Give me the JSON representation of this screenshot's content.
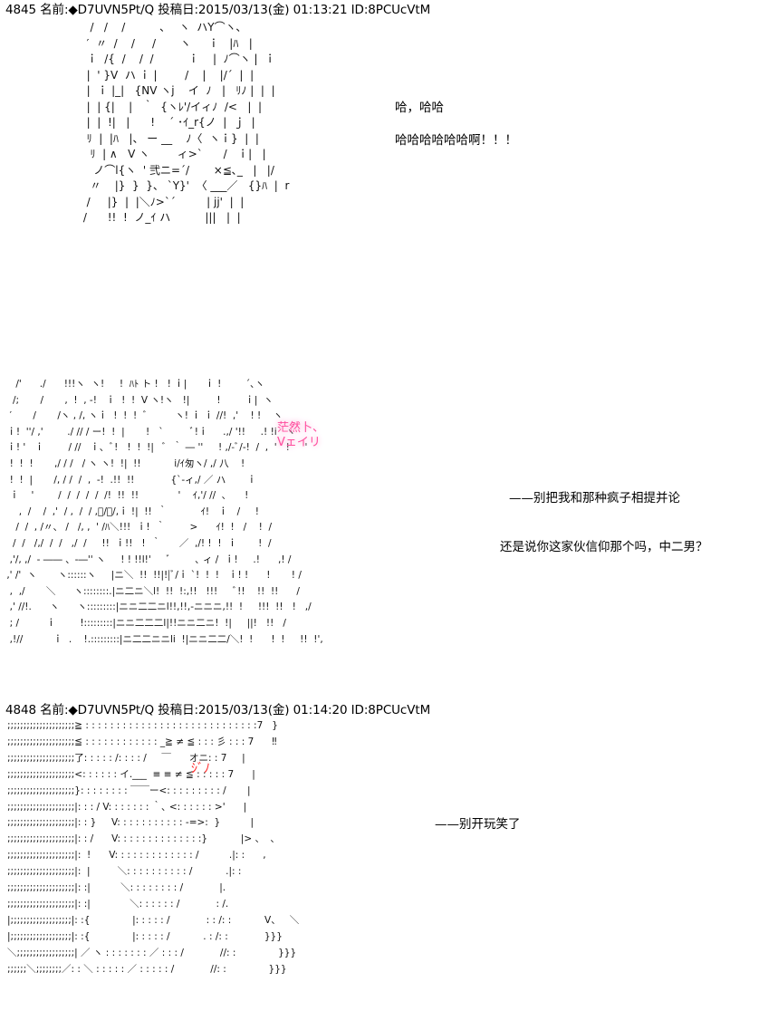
{
  "posts": [
    {
      "header": "4845 名前:◆D7UVN5Pt/Q 投稿日:2015/03/13(金) 01:13:21 ID:8PCUcVtM",
      "panels": [
        {
          "aa": "   /   /    /          ､    ヽ  ハY⌒ヽ､\n  ′  〃  /    /     /       ヽ     ｉ   |ﾊ   |\n  ｉ  /{  /    /  /          ｉ    |  ﾉ⌒ヽ |  ｉ\n  |  ' }V  ハ ｉ |        /    |    |/´  |  |\n  |  ｉ |_|   {NV ヽj    イ  ﾉ   |   ﾘﾉ |  |  |\n  |  | {|    |   ｀  {ヽﾚ'/イィﾉ  /<   |  |\n  |  |  !|   |      !    ´ ･ｲ_r{ノ  |  ｊ  |\n  ﾘ  |  |ﾊ   |、 ー __    ﾉ〈  ヽｉ}  |  |\n   ﾘ  | ∧   V ヽ        ィ>`      /   ｉ|   |\n    ノ⌒l{ヽ  ' 弐ニ=´/       ×≦､_   |   |/\n   〃    |}  }  }、 `Y}'  〈 ___／   {}ﾊ  |  r\n  /     |}  |  |＼ﾉ>`´         | jj'  |  |\n /      !!  !  ノ_ｲ ハ          |||   |  |",
          "lines": [
            "哈，哈哈",
            "哈哈哈哈哈哈啊！！！"
          ]
        },
        {
          "aa": "    /'      ./      !!!ヽ  ヽ!     !  ﾊﾄ ト !   ! ｉ|      ｉ !        ´､ヽ\n   /;       /       ,  !  , -!   ｉ  !  !  V ヽ!ヽ   !|         !        ｉ|  ヽ\n  ′       /       /ヽ , /, ヽｉ  !  !  !  ﾞ         ヽ! ｉ ｉ //!  ,'    ! !    ヽ\n ｉ!  ''/ ,'        ./ // / ー!  !  |       !   `         ﾞ!ｉ     .,/ '!!     .! !i   ヽ\n ｉ! '   ｉ        / //   ｉ､  ﾞ!   !  !  !|   ﾞ  ｀ ― ''     ! ,/-ﾞ/-!  /  ,  '   !     '\n  !  !  !       ,/ / /   / ヽ ヽ!  !|  !!           i/ｲ匆ヽ/ ,/ 八    !\n  !  !  |       /, / /  /  ,  -!  .!!  !!            {`-ィ,/ ／ ハ       ｉ\n  ｉ    '        /  /  /  /  /  /!  !!  !!             '    ｲ,'/ //  ､      !\n     ,  /    /  ,'  / ,  /  / ,ﾞ/〃/,ｉ !|  !!  ｀           ｲ!   ｉ   /     !\n    /  /  , /〃、 /   /, ,  ' /ﾊ＼!!!  ｉ!  ｀        >      ｲ!  !   /    !  /\n   /  /   /,/  /  /   ,/  /     !!  ｉ!!   !  ｀      ／  ,/! !  !  ｉ       !  /\n  ,'/, ,/  - ―― 、-―'' ヽ     ! ! !!l!'     ﾞ        ､ ィ /  ｉ!     .!      ,! /\n ,' /'  ヽ       ヽ::::::ヽ     |ニ＼  !!  !!|!|ﾞ/ｉ `!  !  !   ｉ! !      !       ! /\n  ,  ,/       ＼      ヽ::::::::.|ニ二ニ＼l!  !!  !:,!!   !!!     ﾞ!!    !!  !!      /\n  ,' //!.      ヽ      ヽ:::::::::|ニニ二二ニl!!,!!,-ニニニ,!!  !     !!!  !!   !   ,/\n  ; /         ｉ        !:::::::::|ニニ二二二l|!!ニニ二ニ!  !|     ||!   !!   /\n  ,!//          ｉ  .    !.:::::::::|ニ二二ニニli  !|ニニ二二/＼!  !      !  !     !!  !',",
          "sfx": "茫然卜、\nVェイリ",
          "lines": [
            "——别把我和那种疯子相提并论",
            "还是说你这家伙信仰那个吗，中二男？"
          ]
        }
      ]
    },
    {
      "header": "4848 名前:◆D7UVN5Pt/Q 投稿日:2015/03/13(金) 01:14:20 ID:8PCUcVtM",
      "panels": [
        {
          "aa": ";;;;;;;;;;;;;;;;;;;;;≧ : : : : : : : : : : : : : : : : : : : : : : : : : : : :7   }\n;;;;;;;;;;;;;;;;;;;;;≦ : : : : : : : : : : : : _≧ ≠ ≦ : : : 彡 : : : 7      ‼\n;;;;;;;;;;;;;;;;;;;;;了: : : : : /: : : : /     ￣      オニ: : 7     |\n;;;;;;;;;;;;;;;;;;;;;<: : : : : : イ.___  ≡ ≡ ≠ ≦ : : : : : 7      |\n;;;;;;;;;;;;;;;;;;;;;}: : : : : : : : ￣￣ー<: : : : : : : : : /       |\n;;;;;;;;;;;;;;;;;;;;;|: : : / V: : : : : : : ｀､ <: : : : : : >'      |\n;;;;;;;;;;;;;;;;;;;;;|: : }     V: : : : : : : : : : : -=>:  }          |\n;;;;;;;;;;;;;;;;;;;;;|: : /      V: : : : : : : : : : : : : :}           |> 、  ､\n;;;;;;;;;;;;;;;;;;;;;|:  !      V: : : : : : : : : : : : : /          .|: :      ,\n;;;;;;;;;;;;;;;;;;;;;|:  |         ＼: : : : : : : : : : /           .|: :\n;;;;;;;;;;;;;;;;;;;;;|: :|          ＼: : : : : : : : /            |.\n;;;;;;;;;;;;;;;;;;;;;|: :|             ＼: : : : : : /            : /.\n|;;;;;;;;;;;;;;;;;;;|: :{              |: : : : : /            : : /: :           V、   ＼\n|;;;;;;;;;;;;;;;;;;;|: :{              |: : : : : /           . : /: :            }}}\n＼;;;;;;;;;;;;;;;;;;| ／ ヽ : : : : : : : ／ : : : /            //: :              }}}\n;;;;;;＼;;;;;;;;／: : ＼ : : : : : ／ : : : : : /            //: :              }}}",
          "sfx": "ｼﾞﾉ",
          "lines": [
            "——别开玩笑了"
          ]
        }
      ]
    }
  ]
}
